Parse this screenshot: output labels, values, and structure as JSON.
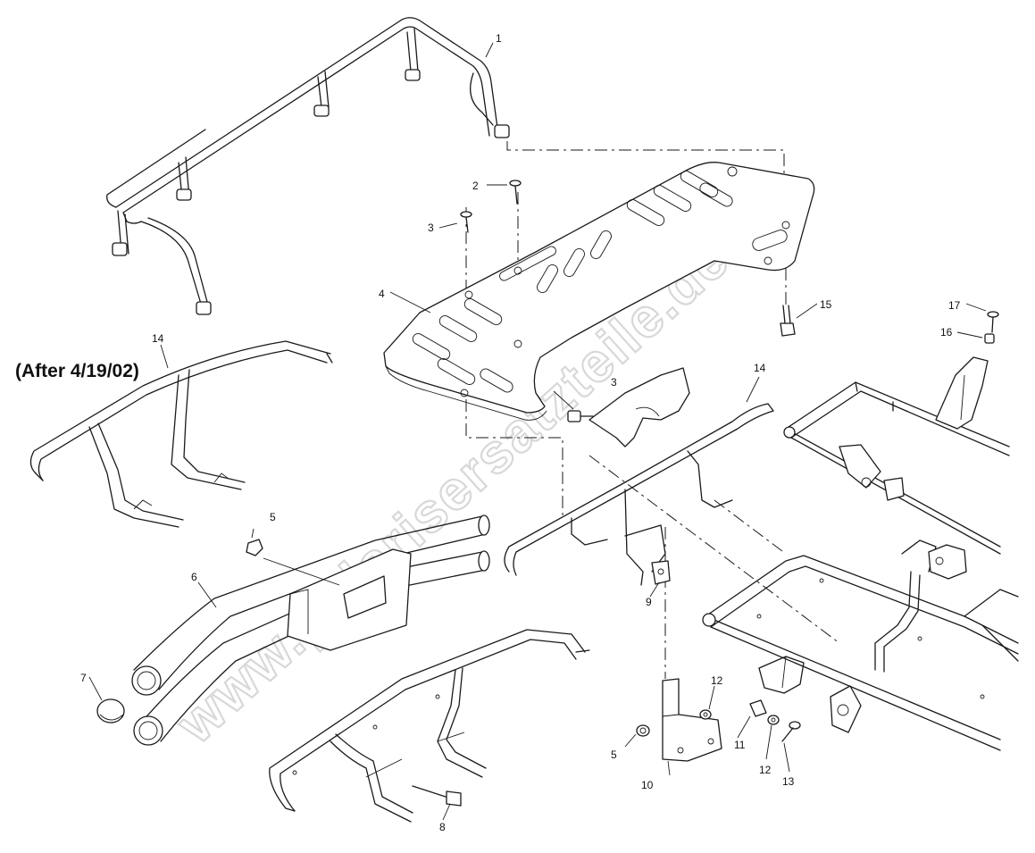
{
  "note": "(After 4/19/02)",
  "watermark": "www.polarisersatzteile.de",
  "callouts": {
    "c1": "1",
    "c2": "2",
    "c3a": "3",
    "c3b": "3",
    "c4": "4",
    "c5a": "5",
    "c5b": "5",
    "c6": "6",
    "c7": "7",
    "c8": "8",
    "c9": "9",
    "c10": "10",
    "c11": "11",
    "c12a": "12",
    "c12b": "12",
    "c13": "13",
    "c14a": "14",
    "c14b": "14",
    "c15": "15",
    "c16": "16",
    "c17": "17"
  },
  "colors": {
    "line": "#1a1a1a",
    "watermark": "#d8d8d8",
    "background": "#ffffff"
  }
}
